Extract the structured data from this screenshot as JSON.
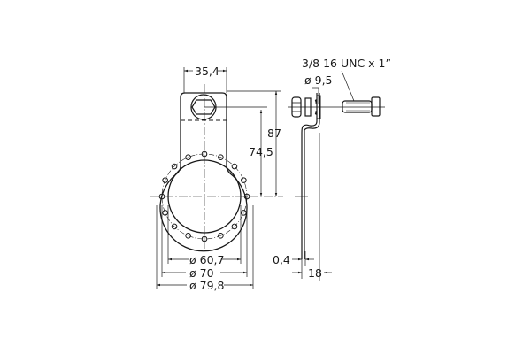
{
  "drawing": {
    "title": "Mounting bracket dimensional drawing",
    "colors": {
      "line": "#1a1a1a",
      "background": "#ffffff"
    },
    "front_view": {
      "dimensions": {
        "tab_width": "35,4",
        "overall_height": "87",
        "center_height": "74,5",
        "inner_diameter": "ø 60,7",
        "bolt_circle_diameter": "ø 70",
        "outer_diameter": "ø 79,8"
      },
      "hole_count": 16
    },
    "side_view": {
      "dimensions": {
        "screw_spec": "3/8 16 UNC x 1”",
        "hole_diameter": "ø 9,5",
        "thickness": "0,4",
        "depth": "18"
      }
    }
  }
}
